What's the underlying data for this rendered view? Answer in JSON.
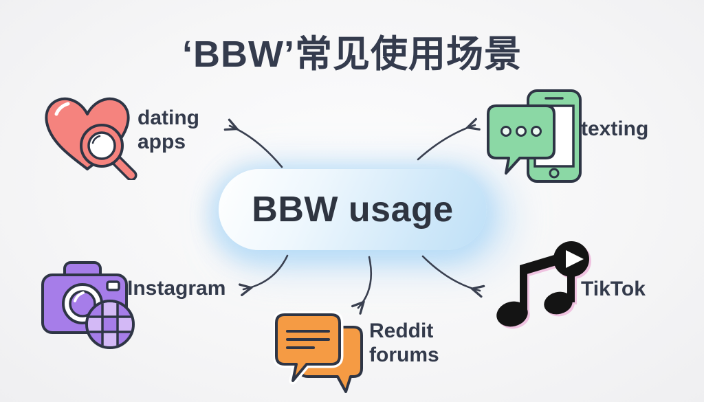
{
  "title": "‘BBW’常见使用场景",
  "center": {
    "label": "BBW usage"
  },
  "nodes": [
    {
      "id": "dating-apps",
      "label": "dating\napps",
      "icon": "heart-magnifier-icon",
      "position": "top-left"
    },
    {
      "id": "texting",
      "label": "texting",
      "icon": "phone-chat-icon",
      "position": "top-right"
    },
    {
      "id": "instagram",
      "label": "Instagram",
      "icon": "camera-grid-icon",
      "position": "bottom-left"
    },
    {
      "id": "reddit-forums",
      "label": "Reddit\nforums",
      "icon": "chat-bubbles-icon",
      "position": "bottom-center"
    },
    {
      "id": "tiktok",
      "label": "TikTok",
      "icon": "music-note-play-icon",
      "position": "bottom-right"
    }
  ],
  "palette": {
    "background": "#f6f6f7",
    "outline": "#2e3545",
    "title_text": "#343b4d",
    "label_text": "#333a4b",
    "arrow": "#3a4050",
    "pill_text": "#2e3440",
    "pill_gradient_start": "#ffffff",
    "pill_gradient_end": "#bfe0f7",
    "dating_coral": "#f5837e",
    "texting_green": "#8bd8a5",
    "instagram_purple": "#a67de9",
    "instagram_purple_light": "#d3b9f6",
    "reddit_orange": "#f59b44",
    "tiktok_black": "#141414"
  }
}
